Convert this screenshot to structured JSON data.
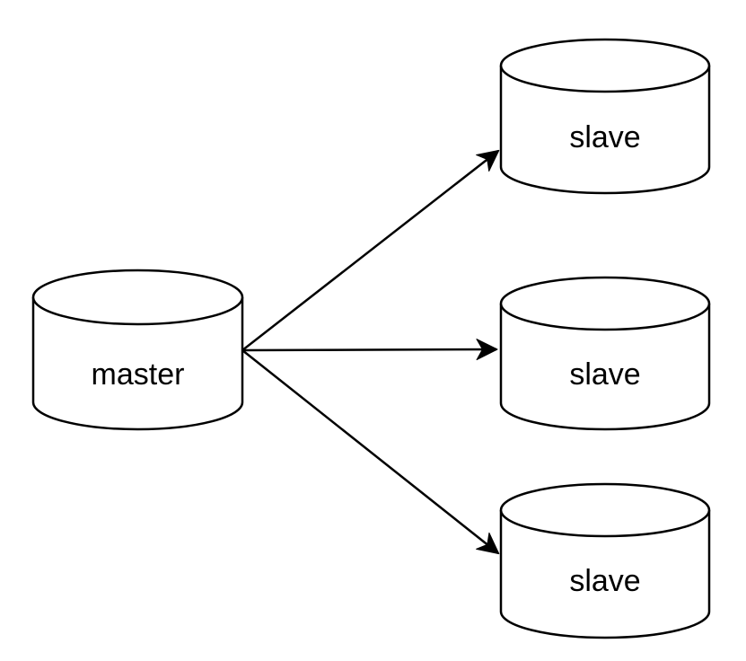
{
  "diagram": {
    "type": "master-slave-replication",
    "colors": {
      "background": "#ffffff",
      "stroke": "#000000",
      "node_fill": "#ffffff"
    },
    "nodes": [
      {
        "id": "master",
        "label": "master",
        "shape": "database-cylinder",
        "position": "left-middle"
      },
      {
        "id": "slave-1",
        "label": "slave",
        "shape": "database-cylinder",
        "position": "right-top"
      },
      {
        "id": "slave-2",
        "label": "slave",
        "shape": "database-cylinder",
        "position": "right-middle"
      },
      {
        "id": "slave-3",
        "label": "slave",
        "shape": "database-cylinder",
        "position": "right-bottom"
      }
    ],
    "edges": [
      {
        "from": "master",
        "to": "slave-1",
        "style": "solid-arrow"
      },
      {
        "from": "master",
        "to": "slave-2",
        "style": "solid-arrow"
      },
      {
        "from": "master",
        "to": "slave-3",
        "style": "solid-arrow"
      }
    ]
  }
}
